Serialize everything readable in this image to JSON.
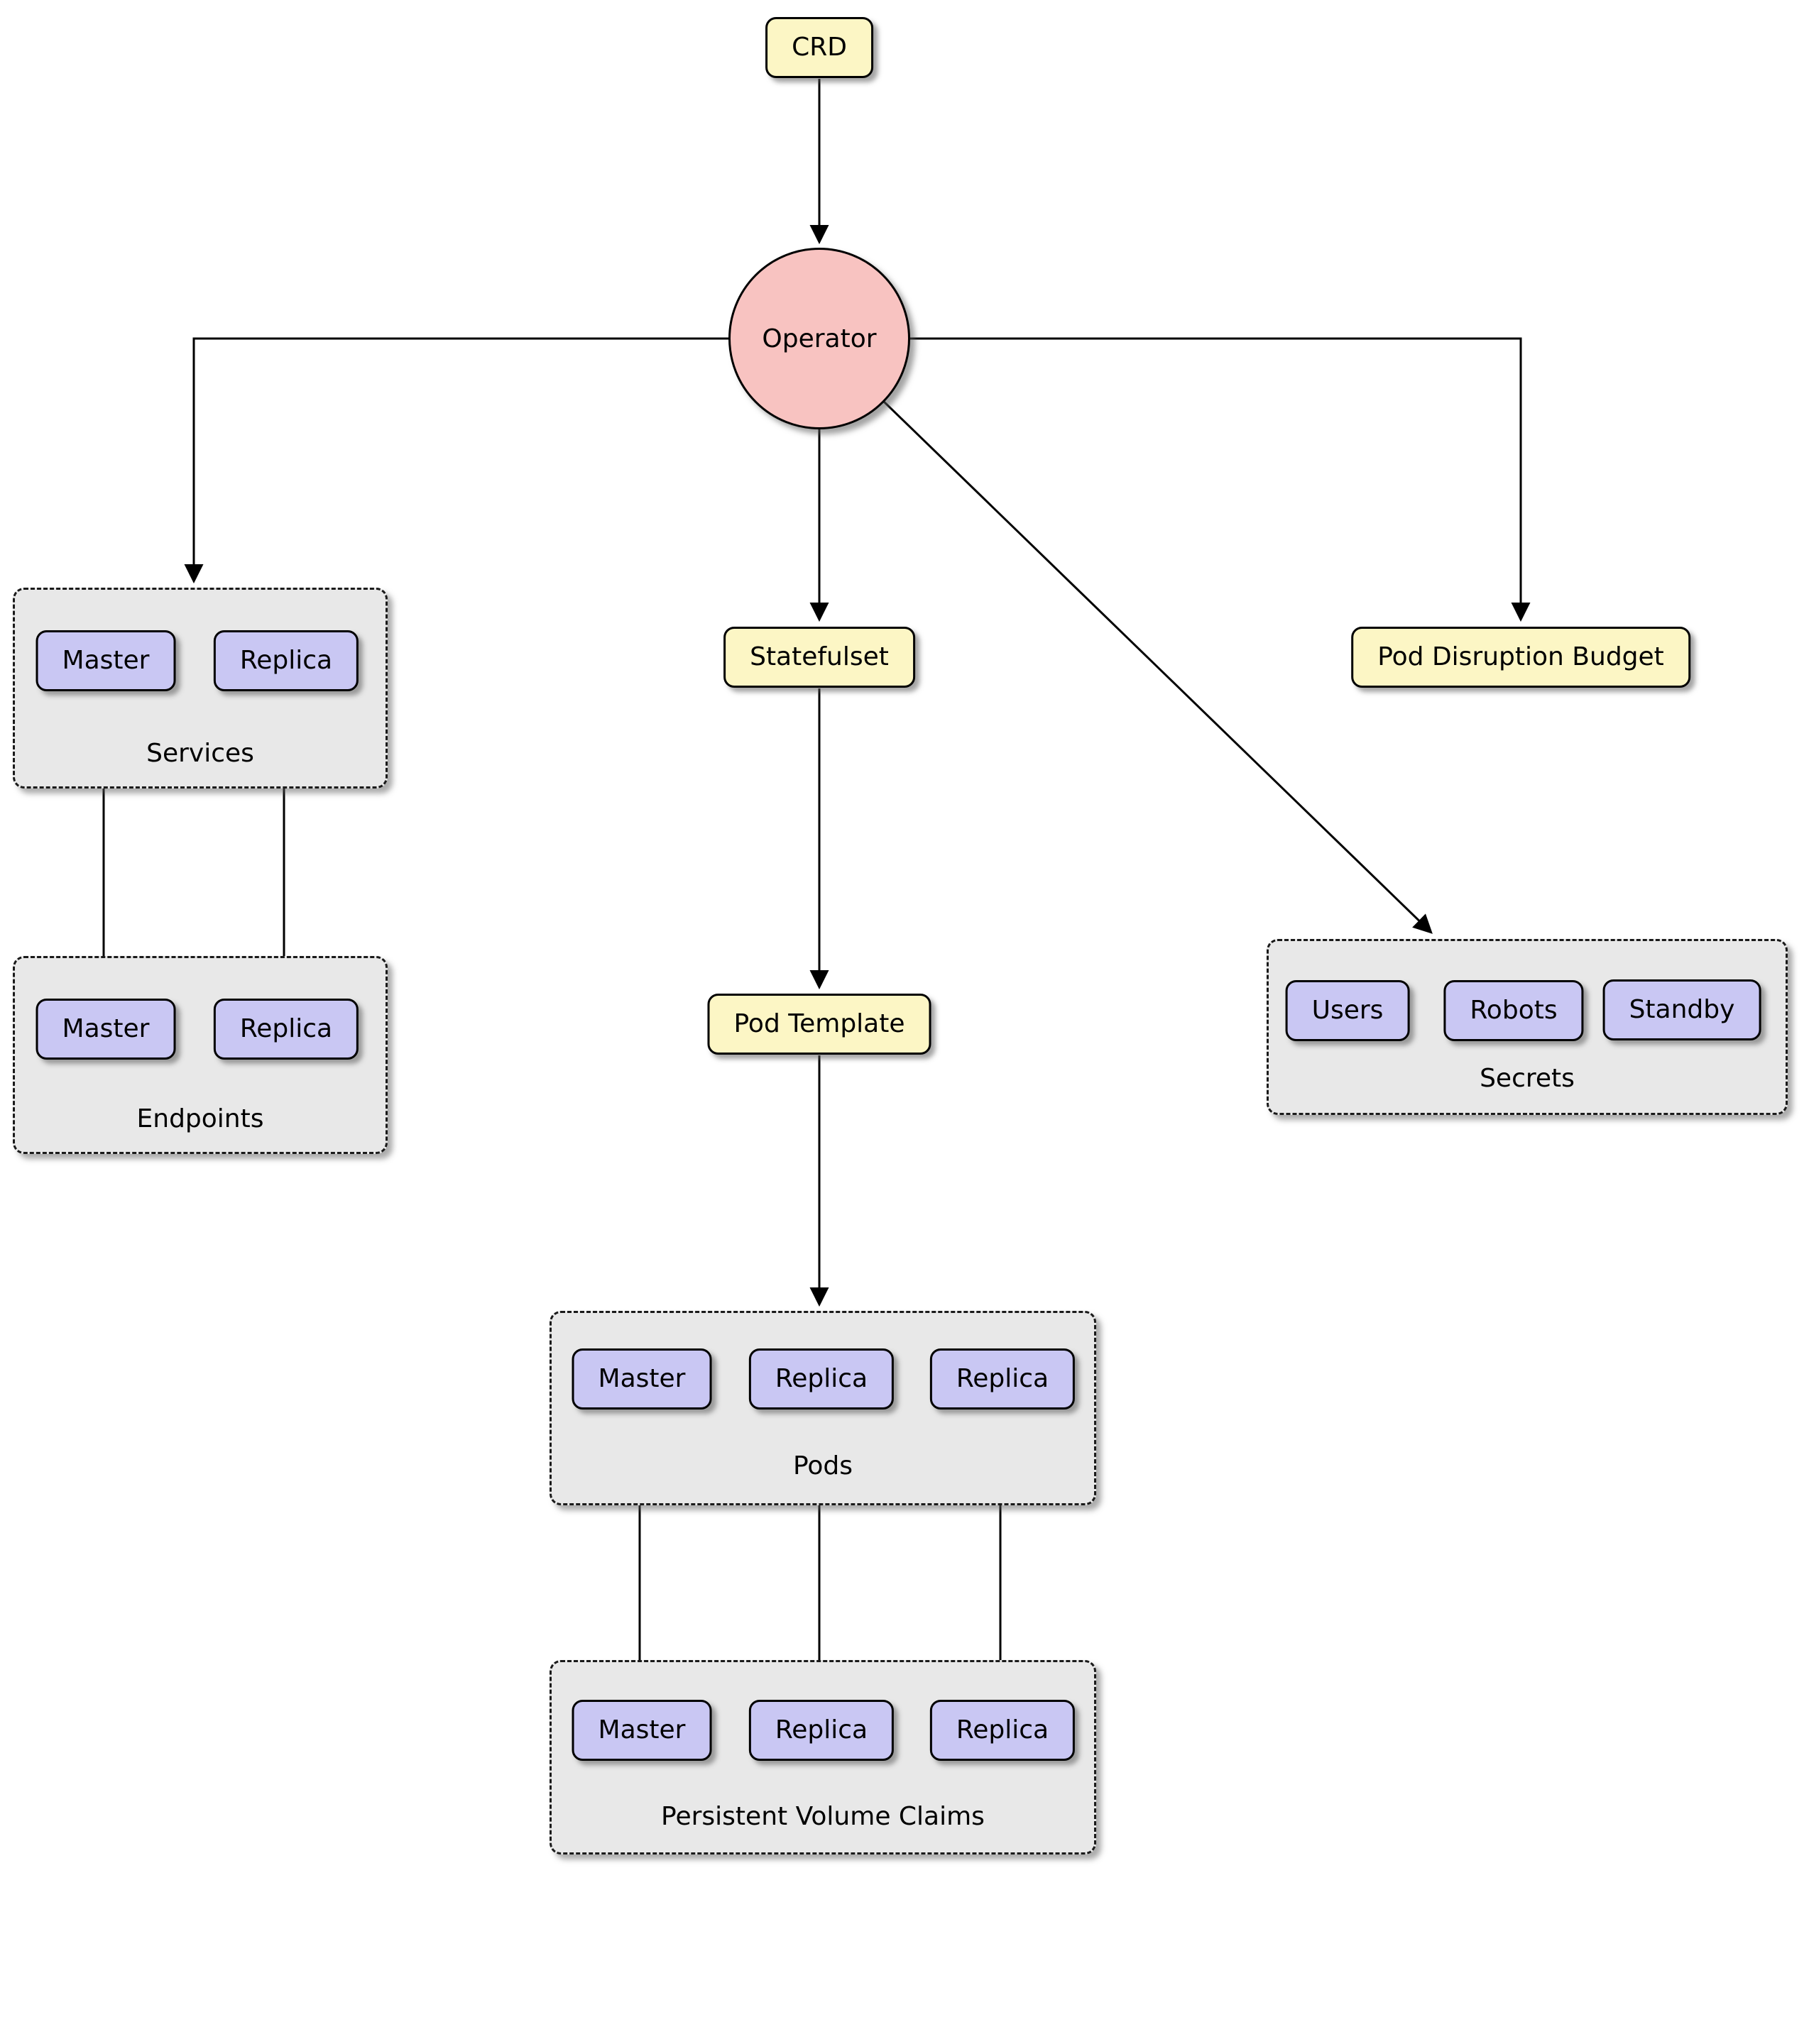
{
  "diagram": {
    "nodes": {
      "crd": "CRD",
      "operator": "Operator",
      "statefulset": "Statefulset",
      "pod_disruption_budget": "Pod Disruption Budget",
      "pod_template": "Pod Template"
    },
    "groups": {
      "services": {
        "label": "Services",
        "items": [
          "Master",
          "Replica"
        ]
      },
      "endpoints": {
        "label": "Endpoints",
        "items": [
          "Master",
          "Replica"
        ]
      },
      "secrets": {
        "label": "Secrets",
        "items": [
          "Users",
          "Robots",
          "Standby"
        ]
      },
      "pods": {
        "label": "Pods",
        "items": [
          "Master",
          "Replica",
          "Replica"
        ]
      },
      "persistent_volume_claims": {
        "label": "Persistent Volume Claims",
        "items": [
          "Master",
          "Replica",
          "Replica"
        ]
      }
    },
    "colors": {
      "yellow_node": "#FCF6C5",
      "pink_node": "#F8C3C1",
      "purple_node": "#C9C7F3",
      "group_background": "#E8E8E8",
      "line": "#000000"
    }
  }
}
